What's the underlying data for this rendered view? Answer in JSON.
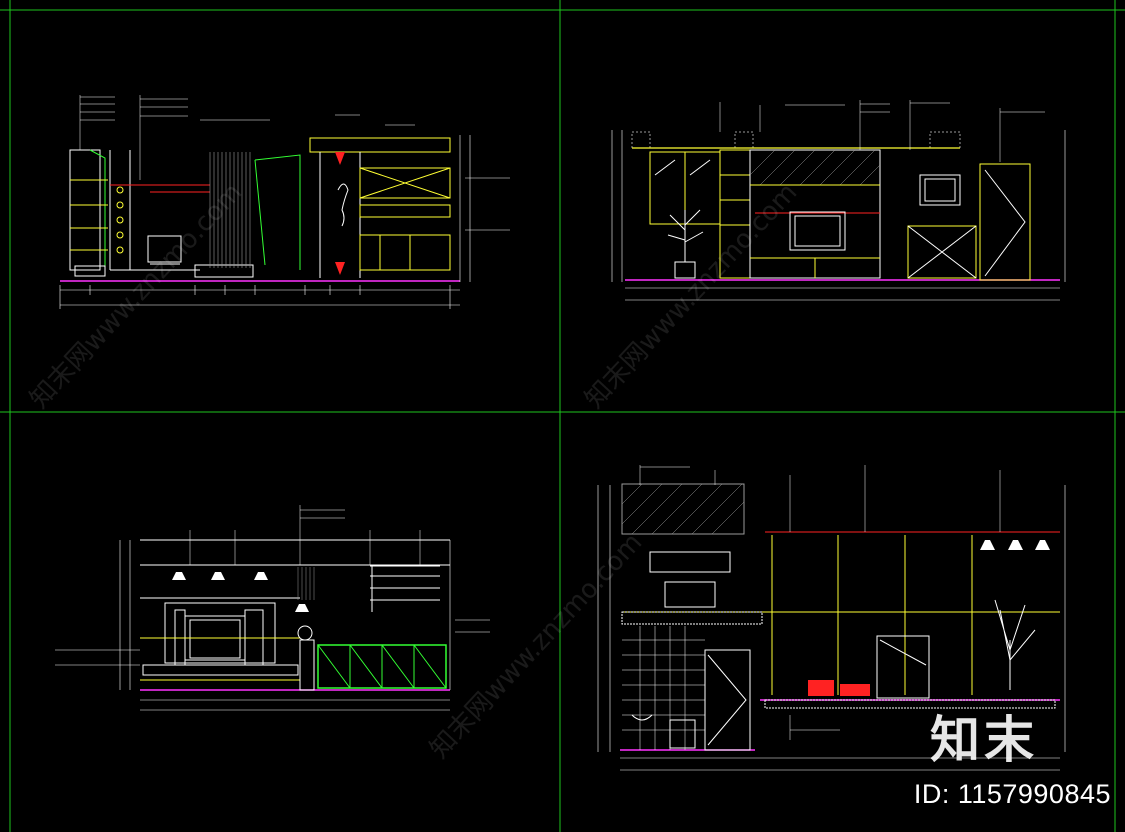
{
  "watermark": {
    "logo_text": "知末",
    "site_text": "知末网www.znzmo.com",
    "id_label": "ID: 1157990845"
  },
  "colors": {
    "background": "#000000",
    "frame_green": "#1ec51e",
    "line_white": "#ffffff",
    "line_yellow": "#ffff33",
    "line_green": "#33ff33",
    "line_magenta": "#ff33ff",
    "line_red": "#ff2222",
    "line_gray": "#9a9a9a"
  },
  "panels": [
    {
      "name": "elevation-top-left"
    },
    {
      "name": "elevation-top-right"
    },
    {
      "name": "elevation-bottom-left"
    },
    {
      "name": "elevation-bottom-right"
    }
  ]
}
